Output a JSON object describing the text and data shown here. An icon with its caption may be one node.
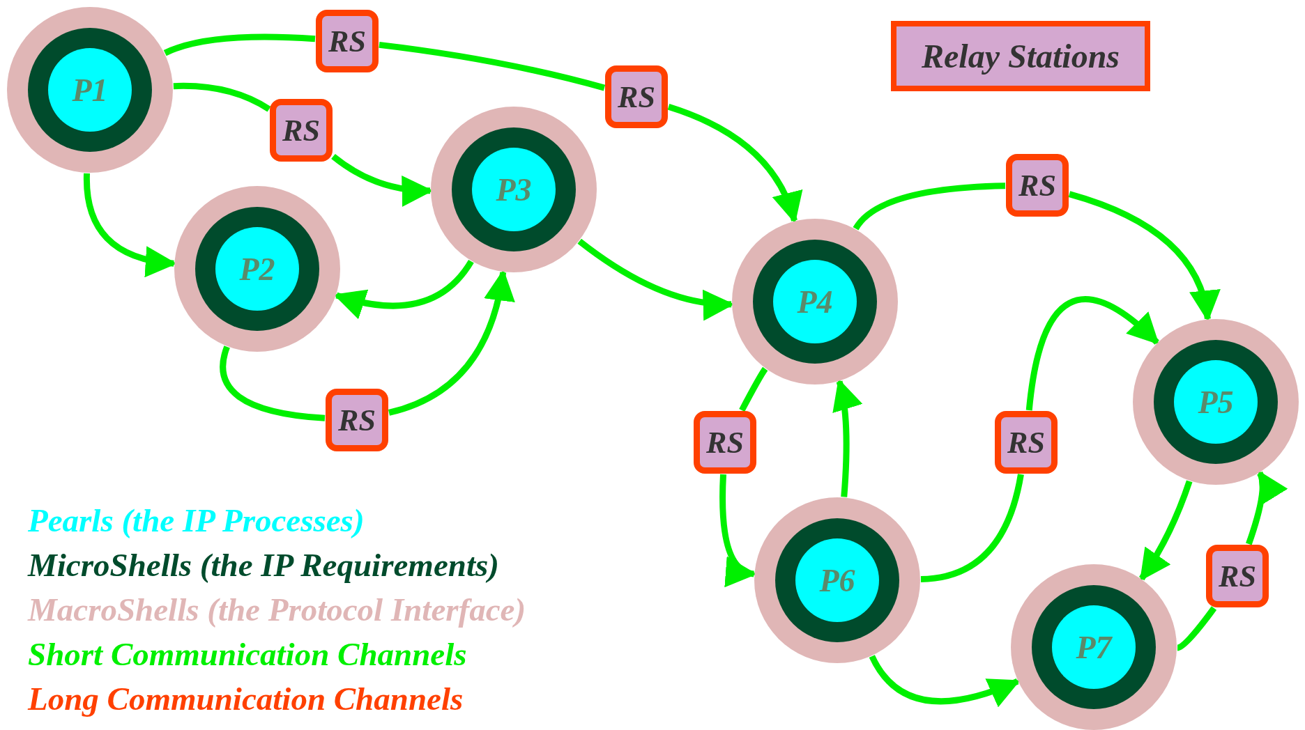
{
  "diagram": {
    "nodes": [
      {
        "text": [
          "P1"
        ]
      },
      {
        "text": [
          "RS"
        ]
      },
      {
        "text": [
          "RS"
        ]
      },
      {
        "text": [
          "RS"
        ]
      },
      {
        "text": [
          "P3"
        ]
      },
      {
        "text": [
          "RS"
        ]
      },
      {
        "text": [
          "P2"
        ]
      },
      {
        "text": [
          "P4"
        ]
      },
      {
        "text": [
          "P5"
        ]
      },
      {
        "text": [
          "RS"
        ]
      },
      {
        "text": [
          "RS"
        ]
      },
      {
        "text": [
          "RS"
        ]
      },
      {
        "text": [
          "P6"
        ]
      },
      {
        "text": [
          "RS"
        ]
      },
      {
        "text": [
          "P7"
        ]
      }
    ],
    "edges": [
      {
        "from": 0,
        "to": 1,
        "arrow": "none"
      },
      {
        "from": 1,
        "to": 2,
        "arrow": "none"
      },
      {
        "from": 2,
        "to": 7,
        "arrow": "to"
      },
      {
        "from": 0,
        "to": 3,
        "arrow": "none"
      },
      {
        "from": 3,
        "to": 4,
        "arrow": "to"
      },
      {
        "from": 0,
        "to": 6,
        "arrow": "to"
      },
      {
        "from": 4,
        "to": 6,
        "arrow": "to"
      },
      {
        "from": 6,
        "to": 9,
        "arrow": "none"
      },
      {
        "from": 9,
        "to": 4,
        "arrow": "to"
      },
      {
        "from": 4,
        "to": 7,
        "arrow": "to"
      },
      {
        "from": 7,
        "to": 5,
        "arrow": "none"
      },
      {
        "from": 5,
        "to": 8,
        "arrow": "to"
      },
      {
        "from": 7,
        "to": 10,
        "arrow": "none"
      },
      {
        "from": 10,
        "to": 12,
        "arrow": "to"
      },
      {
        "from": 12,
        "to": 7,
        "arrow": "to"
      },
      {
        "from": 12,
        "to": 11,
        "arrow": "none"
      },
      {
        "from": 11,
        "to": 8,
        "arrow": "to"
      },
      {
        "from": 8,
        "to": 14,
        "arrow": "to"
      },
      {
        "from": 12,
        "to": 14,
        "arrow": "to"
      },
      {
        "from": 14,
        "to": 13,
        "arrow": "none"
      },
      {
        "from": 13,
        "to": 8,
        "arrow": "to"
      }
    ],
    "legend": [
      {
        "text": "Relay Stations",
        "color": "#d4a8d0"
      },
      {
        "text": "Pearls (the IP Processes)",
        "color": "#00ffff"
      },
      {
        "text": "MicroShells (the IP Requirements)",
        "color": "#004b2c"
      },
      {
        "text": "MacroShells (the Protocol Interface)",
        "color": "#e0b6b6"
      },
      {
        "text": "Short Communication Channels",
        "color": "#00f000"
      },
      {
        "text": "Long Communication Channels",
        "color": "#ff4000"
      }
    ]
  }
}
